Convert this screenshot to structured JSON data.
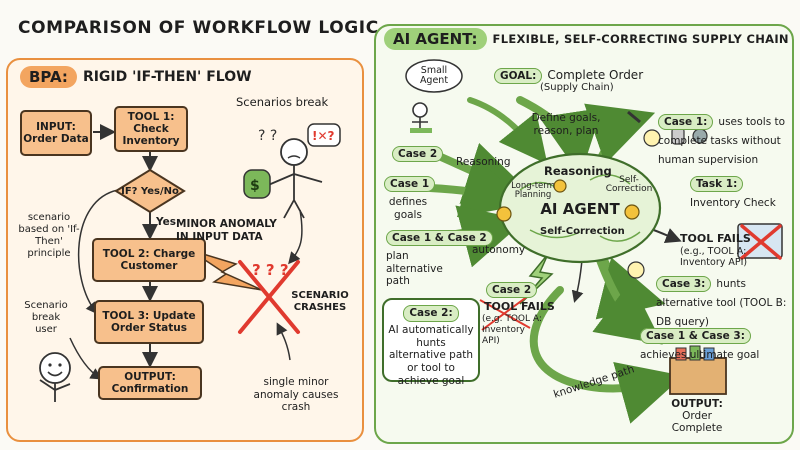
{
  "title": "COMPARISON OF WORKFLOW LOGIC",
  "bpa": {
    "badge": "BPA:",
    "heading": "RIGID 'IF-THEN' FLOW",
    "input": "INPUT: Order Data",
    "tool1": "TOOL 1: Check Inventory",
    "if": "IF? Yes/No",
    "yes": "Yes",
    "tool2": "TOOL 2: Charge Customer",
    "tool3": "TOOL 3: Update Order Status",
    "output": "OUTPUT: Confirmation",
    "scenarios_break": "Scenarios break",
    "scenario_note": "scenario based on 'If-Then' principle",
    "break_user": "Scenario break user",
    "minor_anomaly": "MINOR ANOMALY IN INPUT DATA",
    "crashes": "SCENARIO CRASHES",
    "single_anomaly": "single minor anomaly causes crash"
  },
  "agent": {
    "badge": "AI AGENT:",
    "heading": "FLEXIBLE, SELF-CORRECTING SUPPLY CHAIN",
    "small_agent": "Small Agent",
    "goal": "GOAL:",
    "goal_text": "Complete Order",
    "goal_sub": "(Supply Chain)",
    "define_goals": "Define goals, reason, plan",
    "case2_top": "Case 2",
    "reasoning_left": "Reasoning",
    "case1_left": "Case 1",
    "defines_goals": "defines goals",
    "brain_reasoning": "Reasoning",
    "brain_longterm": "Long-term Planning",
    "brain_selfcorr_top": "Self-Correction",
    "brain_title": "AI AGENT",
    "brain_selfcorr": "Self-Correction",
    "case12": "Case 1 & Case 2",
    "plan_alt": "plan alternative path",
    "autonomy": "autonomy",
    "case1_right": "Case 1:",
    "case1_right_text": "uses tools to complete tasks without human supervision",
    "task1": "Task 1:",
    "task1_text": "Inventory Check",
    "tool_fails": "TOOL FAILS",
    "tool_fails_sub": "(e.g., TOOL A: Inventory API)",
    "case3": "Case 3:",
    "case3_text": "hunts alternative tool (TOOL B: DB query)",
    "case2_box_label": "Case 2:",
    "case2_box_text": "AI automatically hunts alternative path or tool to achieve goal",
    "case2_mid": "Case 2",
    "mid_fails": "TOOL FAILS",
    "mid_fails_sub": "(e.g. TOOL A: Inventory API)",
    "case13": "Case 1 & Case 3:",
    "case13_text": "achieves ultimate goal",
    "knowledge_path": "knowledge path",
    "output": "OUTPUT:",
    "output_text": "Order Complete"
  }
}
